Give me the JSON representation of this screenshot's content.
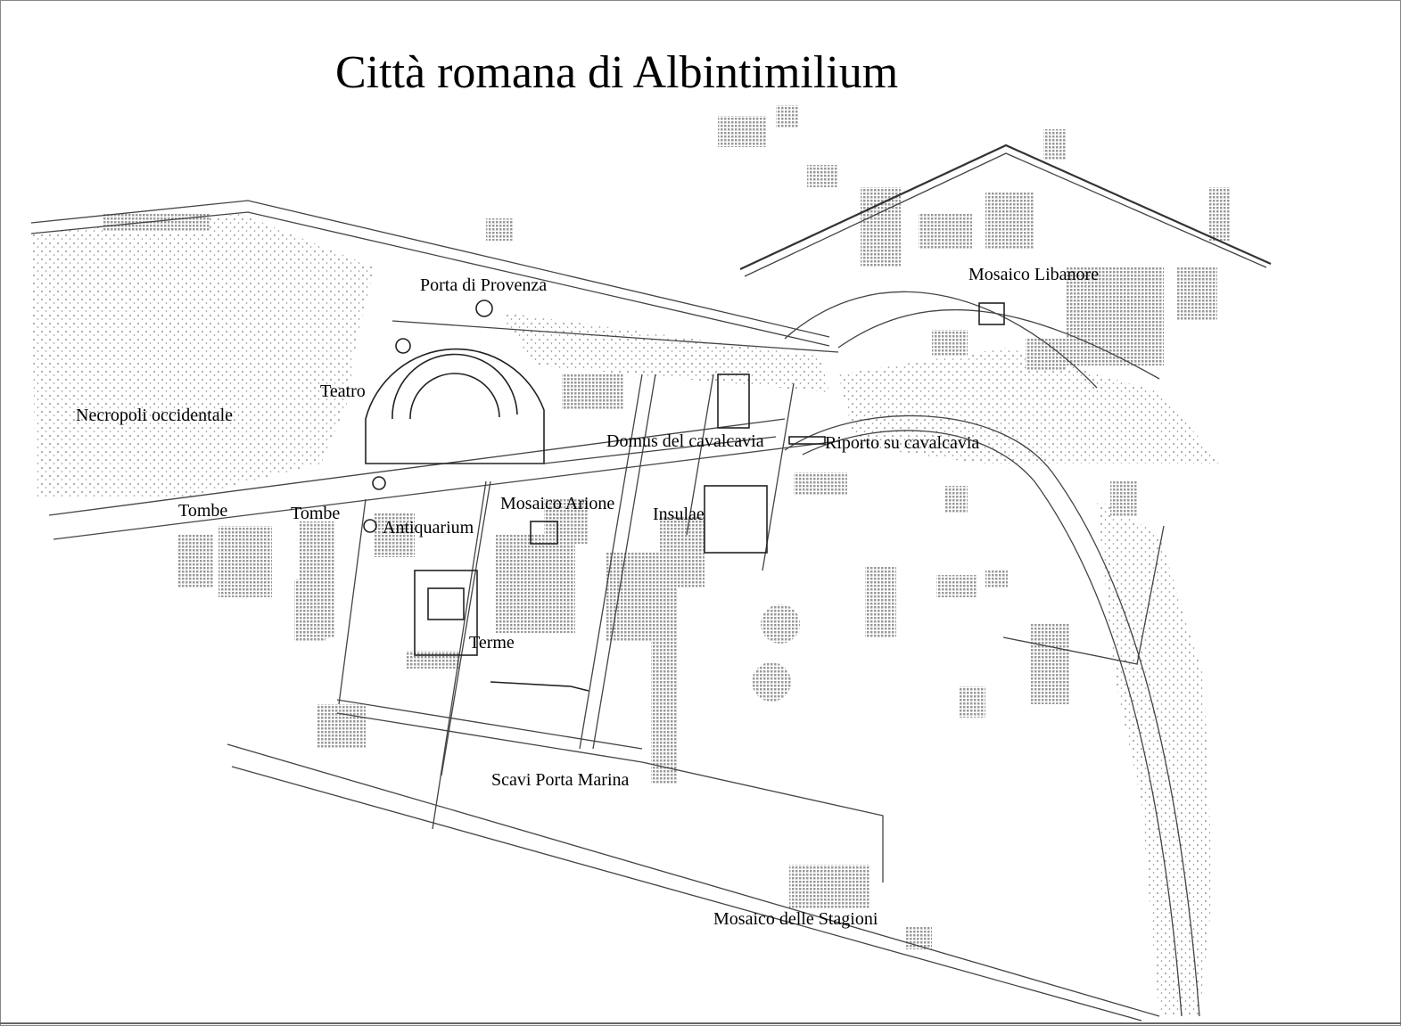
{
  "title": "Città romana di Albintimilium",
  "labels": {
    "porta_provenza": "Porta di Provenza",
    "mosaico_libanore": "Mosaico Libanore",
    "teatro": "Teatro",
    "necropoli": "Necropoli occidentale",
    "domus": "Domus del cavalcavia",
    "riporto": "Riporto su cavalcavia",
    "tombe1": "Tombe",
    "tombe2": "Tombe",
    "mosaico_arione": "Mosaico Arione",
    "insulae": "Insulae",
    "antiquarium": "Antiquarium",
    "terme": "Terme",
    "scavi_porta_marina": "Scavi Porta Marina",
    "mosaico_stagioni": "Mosaico delle Stagioni"
  }
}
